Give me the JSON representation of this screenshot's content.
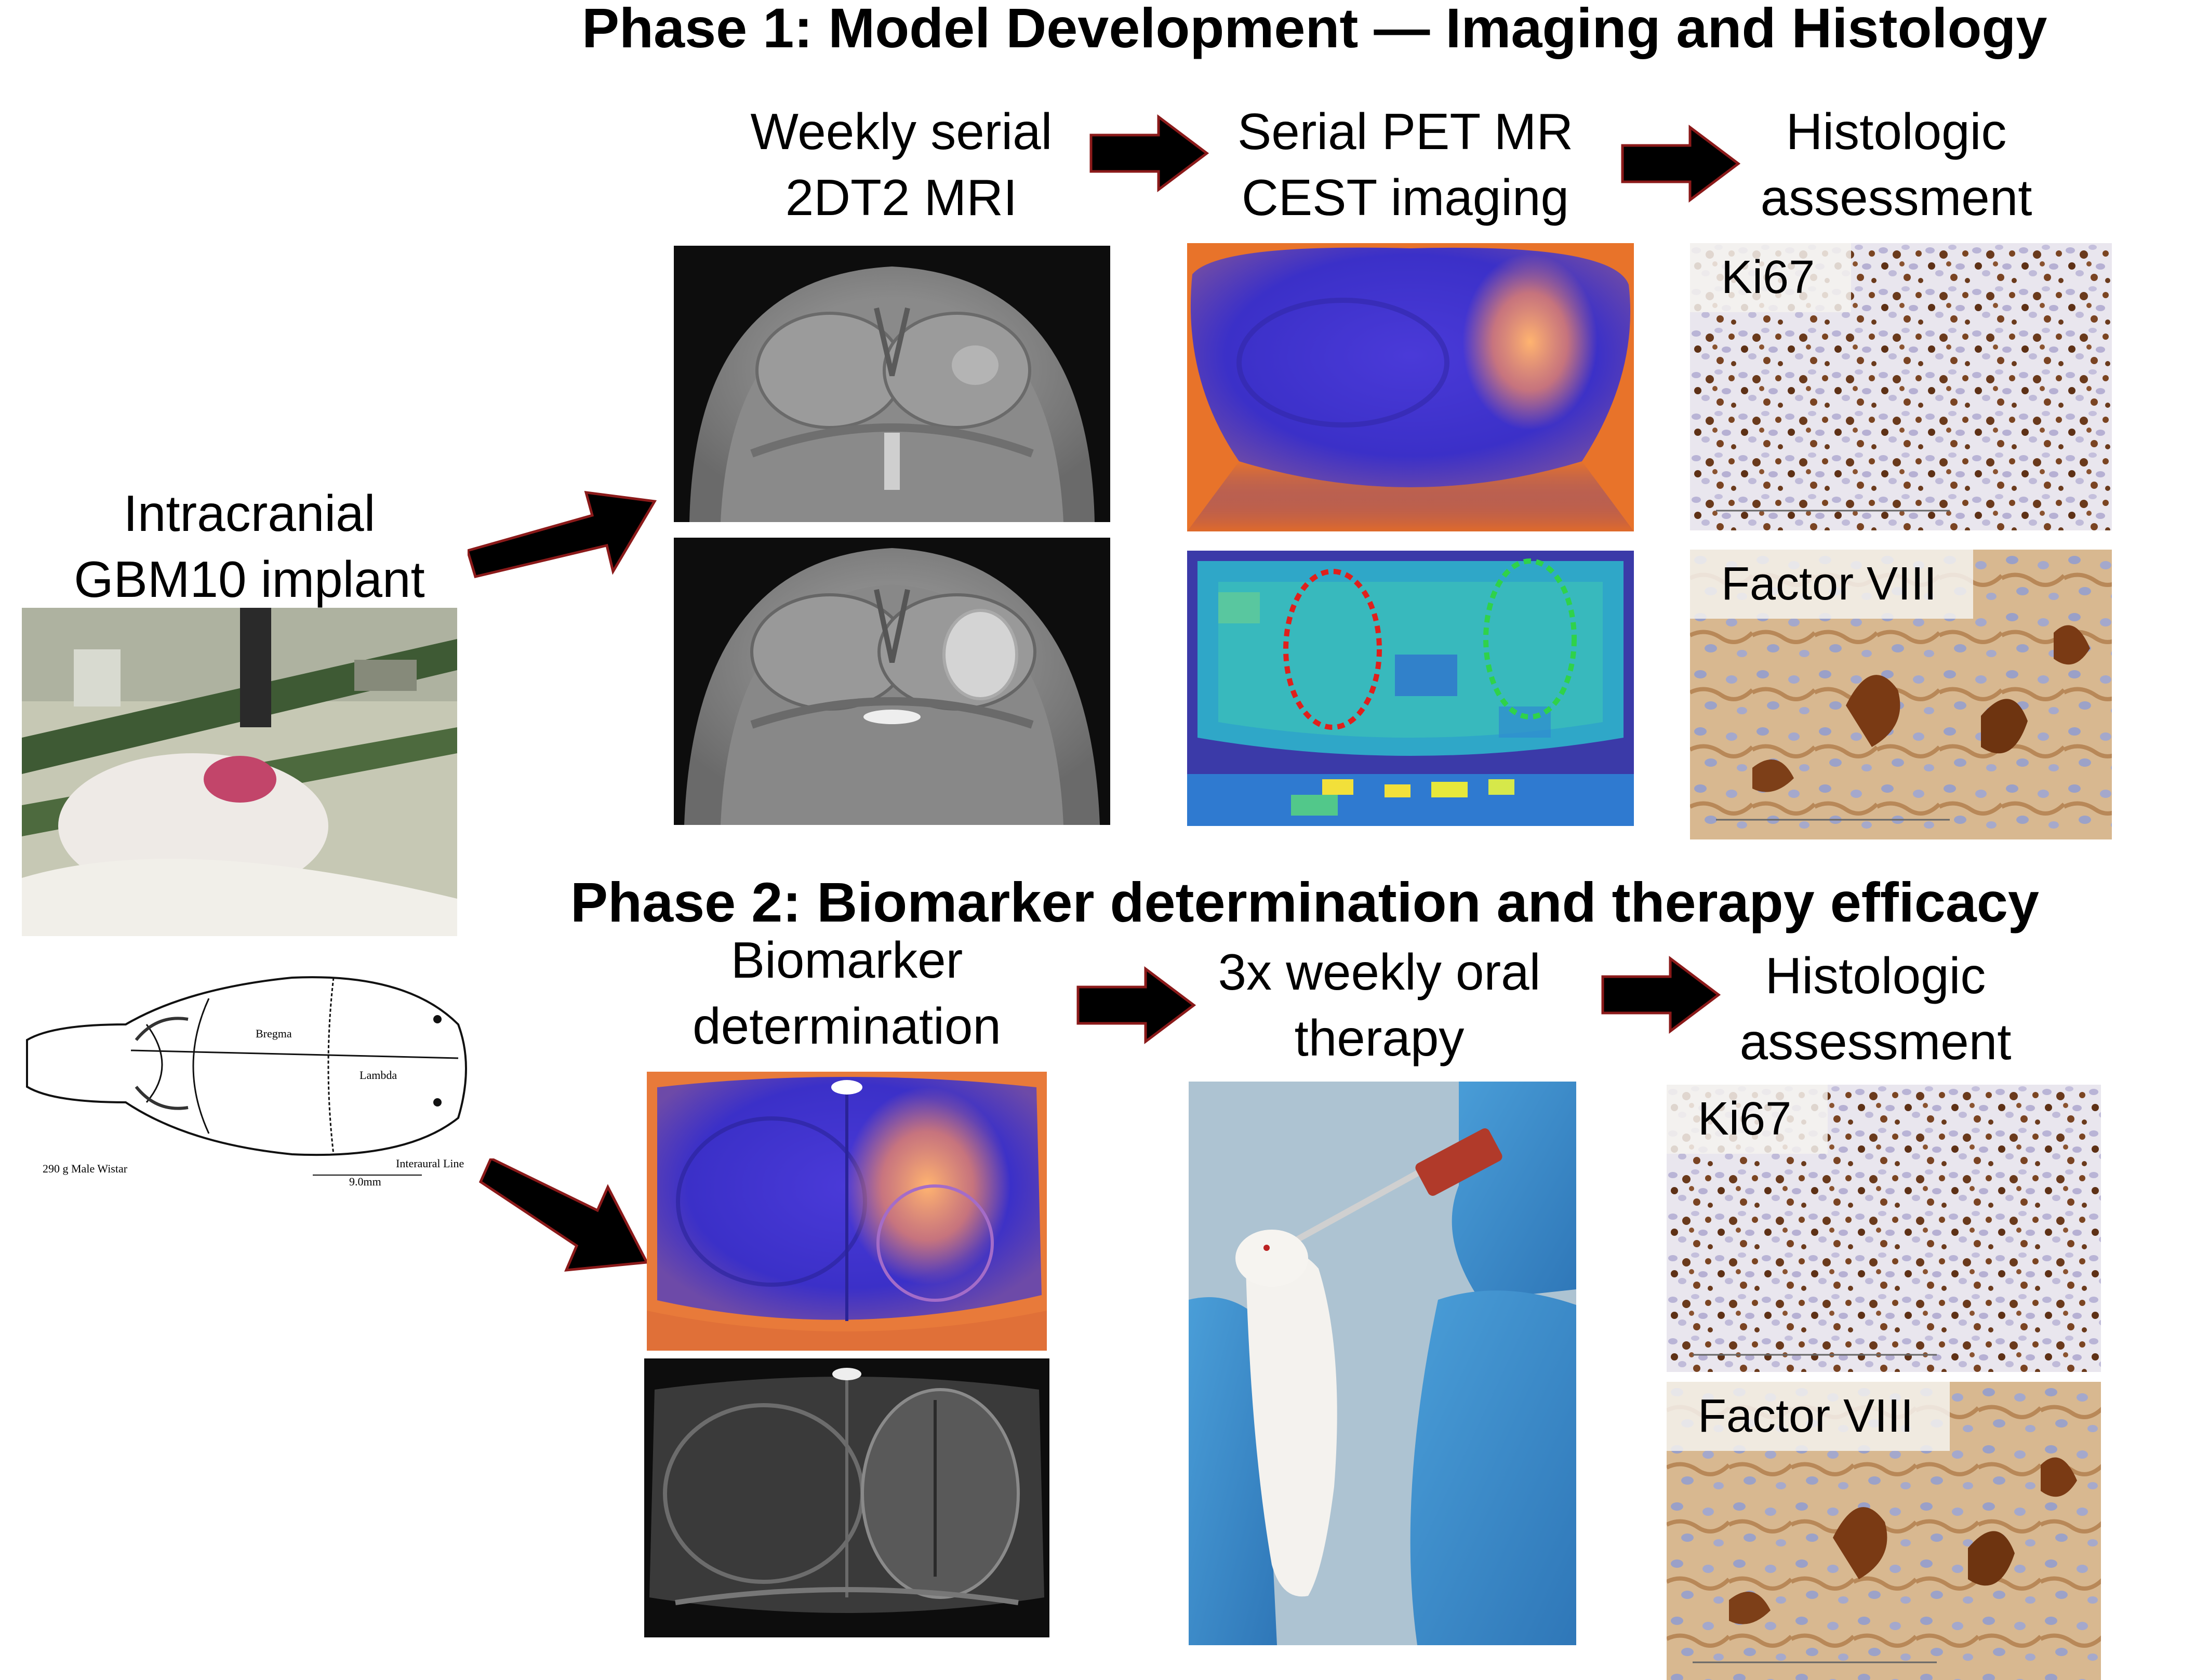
{
  "phase1": {
    "title": "Phase 1: Model Development — Imaging and Histology",
    "step1_label": "Weekly serial\n2DT2 MRI",
    "step2_label": "Serial PET MR\nCEST imaging",
    "step3_label": "Histologic\nassessment",
    "stain1": "Ki67",
    "stain2": "Factor VIII"
  },
  "implant": {
    "label": "Intracranial\nGBM10 implant",
    "sketch_bregma": "Bregma",
    "sketch_lambda": "Lambda",
    "sketch_interaural": "Interaural Line",
    "sketch_weight": "290 g Male Wistar",
    "sketch_scale": "9.0mm"
  },
  "phase2": {
    "title": "Phase 2: Biomarker determination and therapy efficacy",
    "step1_label": "Biomarker\ndetermination",
    "step2_label": "3x weekly oral\ntherapy",
    "step3_label": "Histologic\nassessment",
    "stain1": "Ki67",
    "stain2": "Factor VIII"
  },
  "colors": {
    "arrow_fill": "#000000",
    "arrow_stroke": "#8b1a1a",
    "roi_left": "#e0201c",
    "roi_right": "#2fd24a"
  }
}
